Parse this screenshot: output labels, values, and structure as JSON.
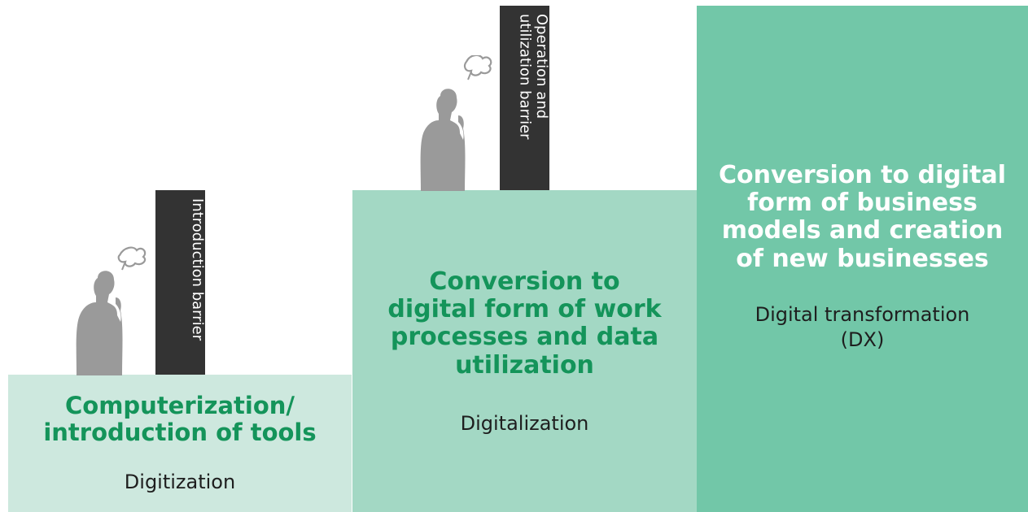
{
  "steps": [
    {
      "heading": "Computerization/\nintroduction of tools",
      "subtitle": "Digitization",
      "colors": {
        "bg": "#cde8de",
        "heading": "#14945a"
      }
    },
    {
      "heading": "Conversion to\ndigital form of work\nprocesses and data\nutilization",
      "subtitle": "Digitalization",
      "colors": {
        "bg": "#a3d8c4",
        "heading": "#14945a"
      }
    },
    {
      "heading": "Conversion to digital\nform of business\nmodels and creation\nof new businesses",
      "subtitle": "Digital transformation\n(DX)",
      "colors": {
        "bg": "#72c7a8",
        "heading": "#ffffff"
      }
    }
  ],
  "barriers": [
    {
      "label": "Introduction barrier"
    },
    {
      "label": "Operation and\nutilization barrier"
    }
  ],
  "icons": [
    "thinking-person-icon",
    "thought-scribble-icon"
  ],
  "colors": {
    "barrier": "#333333",
    "person": "#9a9a9a"
  }
}
